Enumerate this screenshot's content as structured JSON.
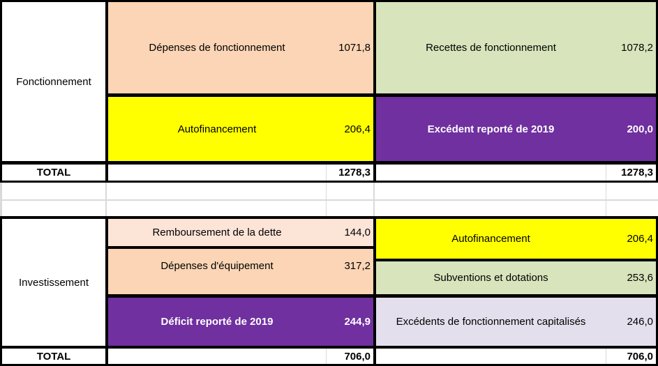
{
  "colors": {
    "peach": "#fbd5b5",
    "light_peach": "#fce4d6",
    "yellow": "#ffff00",
    "purple": "#7030a0",
    "light_green": "#d8e4bc",
    "lavender": "#e4dfec",
    "border": "#000000",
    "gridline": "#d9d9d9"
  },
  "fonctionnement": {
    "section_label": "Fonctionnement",
    "depenses": [
      {
        "label": "Dépenses de fonctionnement",
        "value": "1071,8"
      },
      {
        "label": "Autofinancement",
        "value": "206,4"
      }
    ],
    "recettes": [
      {
        "label": "Recettes de fonctionnement",
        "value": "1078,2"
      },
      {
        "label": "Excédent reporté de 2019",
        "value": "200,0"
      }
    ],
    "total": {
      "label": "TOTAL",
      "depenses": "1278,3",
      "recettes": "1278,3"
    }
  },
  "investissement": {
    "section_label": "Investissement",
    "depenses": [
      {
        "label": "Remboursement de la dette",
        "value": "144,0"
      },
      {
        "label": "Dépenses d'équipement",
        "value": "317,2"
      },
      {
        "label": "Déficit reporté de 2019",
        "value": "244,9"
      }
    ],
    "recettes": [
      {
        "label": "Autofinancement",
        "value": "206,4"
      },
      {
        "label": "Subventions et dotations",
        "value": "253,6"
      },
      {
        "label": "Excédents de fonctionnement capitalisés",
        "value": "246,0"
      }
    ],
    "total": {
      "label": "TOTAL",
      "depenses": "706,0",
      "recettes": "706,0"
    }
  }
}
